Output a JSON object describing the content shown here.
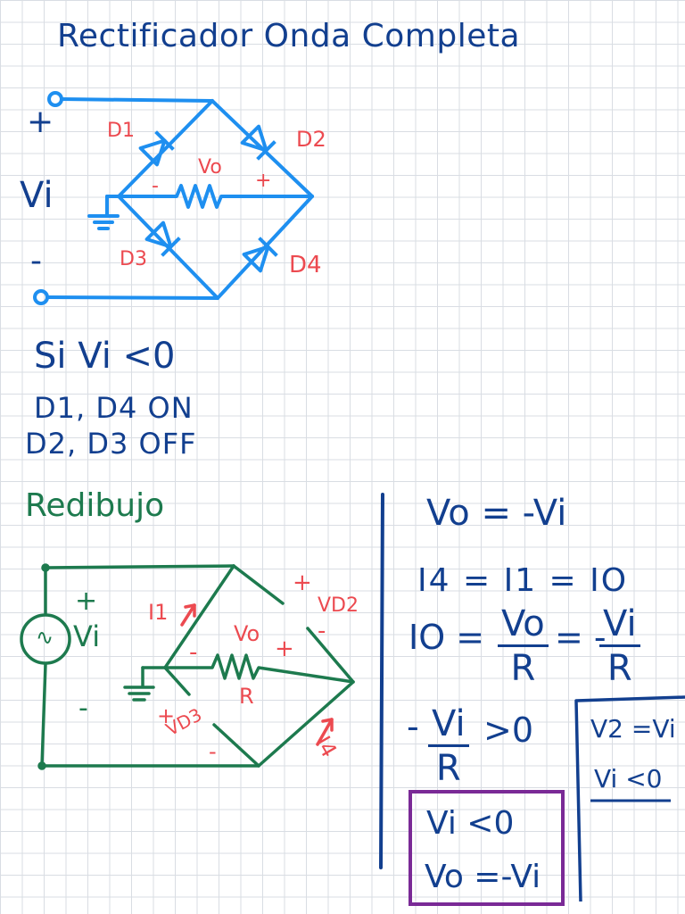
{
  "title": "Rectificador Onda Completa",
  "circuit1": {
    "plus": "+",
    "minus": "-",
    "vi": "Vi",
    "d1": "D1",
    "d2": "D2",
    "d3": "D3",
    "d4": "D4",
    "vo": "Vo",
    "vo_minus": "-",
    "vo_plus": "+"
  },
  "conditions": {
    "line1": "Si Vi <0",
    "line2": "D1, D4 ON",
    "line3": "D2, D3 OFF"
  },
  "redraw": {
    "heading": "Redibujo",
    "plus": "+",
    "minus": "-",
    "vi": "Vi",
    "source_symbol": "∿",
    "i1": "I1",
    "vo": "Vo",
    "vo_minus": "-",
    "vo_plus": "+",
    "r": "R",
    "vd2": "VD2",
    "vd2_plus": "+",
    "vd2_minus": "-",
    "vd3": "VD3",
    "vd3_plus": "+",
    "vd3_minus": "-",
    "i4": "I4"
  },
  "equations": {
    "eq1": "Vo = -Vi",
    "eq2": "I4 = I1 = IO",
    "eq3_lhs": "IO =",
    "eq3_num1": "Vo",
    "eq3_den1": "R",
    "eq3_mid": "= -",
    "eq3_num2": "Vi",
    "eq3_den2": "R",
    "eq4_minus": "-",
    "eq4_num": "Vi",
    "eq4_den": "R",
    "eq4_rel": ">0"
  },
  "boxes": {
    "purple_line1": "Vi <0",
    "purple_line2": "Vo =-Vi",
    "right_line1": "V2 =Vi",
    "right_line2": "Vi <0"
  },
  "colors": {
    "circuit_blue": "#1e8ff0",
    "ink_navy": "#123f8f",
    "ink_red": "#ec4a50",
    "ink_green": "#1d7a4e",
    "box_purple": "#7a2a96"
  }
}
